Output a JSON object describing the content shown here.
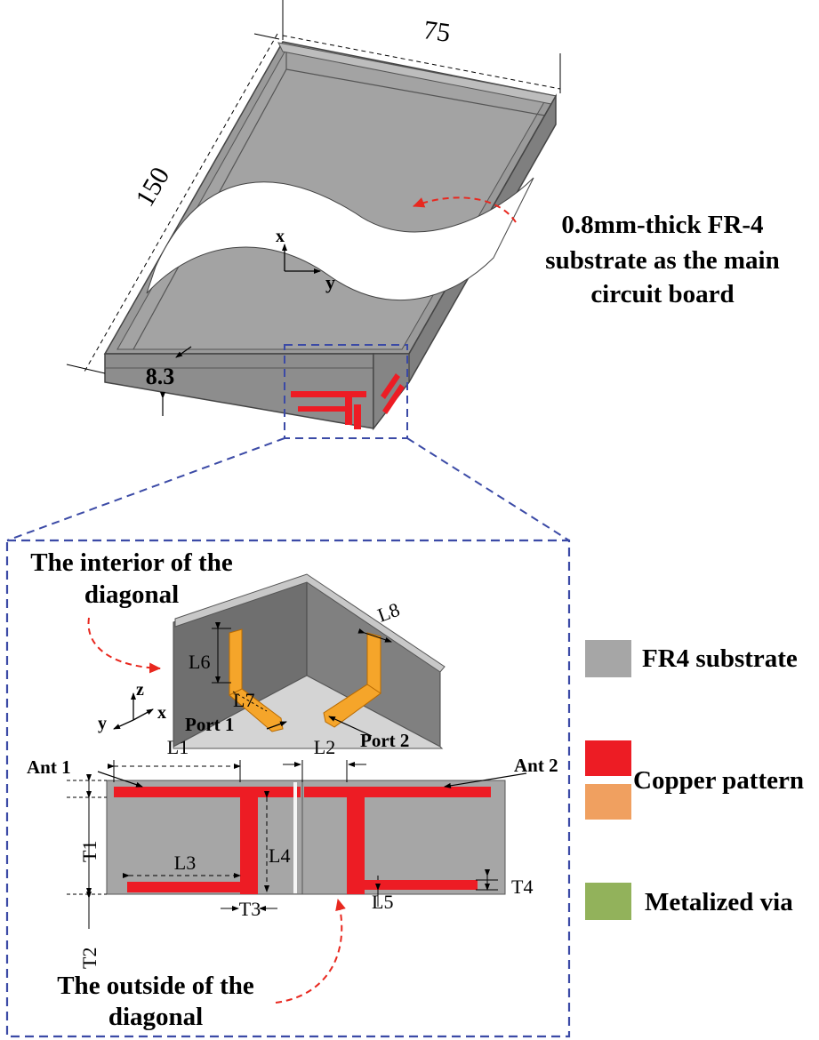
{
  "phone": {
    "dim_width": "75",
    "dim_length": "150",
    "dim_height": "8.3",
    "substrate_note": [
      "0.8mm-thick FR-4",
      "substrate as the main",
      "circuit board"
    ],
    "axis_x": "x",
    "axis_y": "y"
  },
  "corner_view": {
    "title": [
      "The interior of the",
      "diagonal"
    ],
    "port1": "Port 1",
    "port2": "Port 2",
    "L6": "L6",
    "L7": "L7",
    "L8": "L8",
    "axis_z": "z",
    "axis_y": "y",
    "axis_x": "x"
  },
  "outside_view": {
    "ant1": "Ant 1",
    "ant2": "Ant 2",
    "L1": "L1",
    "L2": "L2",
    "L3": "L3",
    "L4": "L4",
    "L5": "L5",
    "T1": "T1",
    "T2": "T2",
    "T3": "T3",
    "T4": "T4",
    "title": [
      "The outside of the",
      "diagonal"
    ]
  },
  "legend": {
    "items": [
      {
        "label": "FR4 substrate",
        "color": "#a6a6a6"
      },
      {
        "label": "Copper pattern",
        "colors": [
          "#ed1c24",
          "#f0a060"
        ]
      },
      {
        "label": "Metalized via",
        "color": "#92b25b"
      }
    ]
  },
  "colors": {
    "substrate": "#a6a6a6",
    "substrate_dark": "#7f7f7f",
    "copper_red": "#ed1c24",
    "copper_orange": "#f5a52a",
    "dash_blue": "#3b4aa6",
    "arrow_red": "#e8281f"
  }
}
